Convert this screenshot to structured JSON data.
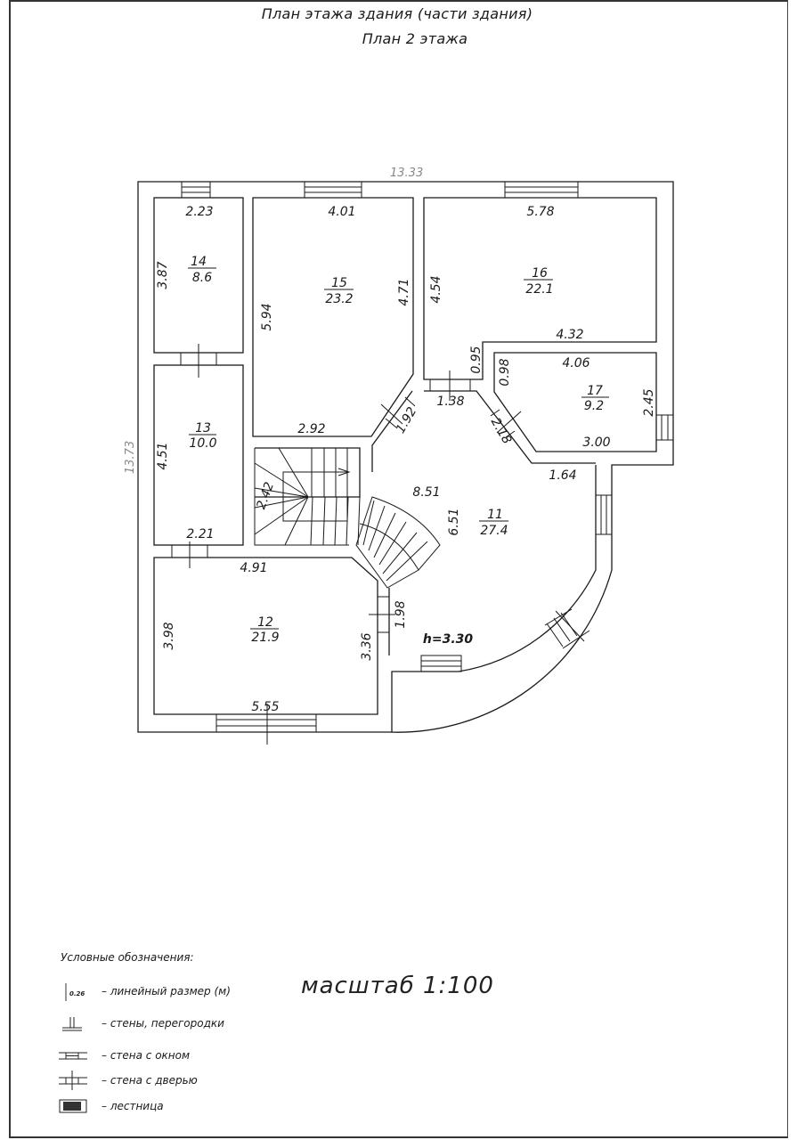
{
  "header": {
    "title": "План этажа здания (части здания)",
    "subtitle": "План 2 этажа"
  },
  "plan": {
    "overall_width": "13.33",
    "overall_height": "13.73",
    "ceiling_height": "h=3.30",
    "rooms": [
      {
        "number": "14",
        "area": "8.6"
      },
      {
        "number": "15",
        "area": "23.2"
      },
      {
        "number": "16",
        "area": "22.1"
      },
      {
        "number": "17",
        "area": "9.2"
      },
      {
        "number": "13",
        "area": "10.0"
      },
      {
        "number": "11",
        "area": "27.4"
      },
      {
        "number": "12",
        "area": "21.9"
      }
    ],
    "dimensions": {
      "r14_top": "2.23",
      "r14_side": "3.87",
      "r15_top": "4.01",
      "r15_left": "5.94",
      "r15_right": "4.71",
      "r15_bottom": "2.92",
      "r15_diag": "1.92",
      "r16_top": "5.78",
      "r16_left": "4.54",
      "r16_bottom": "4.32",
      "r16_step": "0.95",
      "r17_top": "4.06",
      "r17_left": "0.98",
      "r17_right": "2.45",
      "r17_bottom": "3.00",
      "r17_diag": "2.18",
      "hall_top": "1.38",
      "hall_right": "1.64",
      "hall_perimeter": "8.51",
      "hall_depth": "6.51",
      "hall_door": "1.98",
      "r13_side": "4.51",
      "r13_bottom": "2.21",
      "stair": "2.42",
      "r12_top": "4.91",
      "r12_left": "3.98",
      "r12_right": "3.36",
      "r12_bottom": "5.55"
    }
  },
  "legend": {
    "title": "Условные обозначения:",
    "dim_sample": "0.26",
    "items": [
      {
        "icon": "dimension-icon",
        "label": "– линейный размер (м)"
      },
      {
        "icon": "wall-icon",
        "label": "– стены, перегородки"
      },
      {
        "icon": "window-wall-icon",
        "label": "– стена с окном"
      },
      {
        "icon": "door-wall-icon",
        "label": "– стена с дверью"
      },
      {
        "icon": "stair-icon",
        "label": "– лестница"
      }
    ]
  },
  "scale": "масштаб 1:100"
}
